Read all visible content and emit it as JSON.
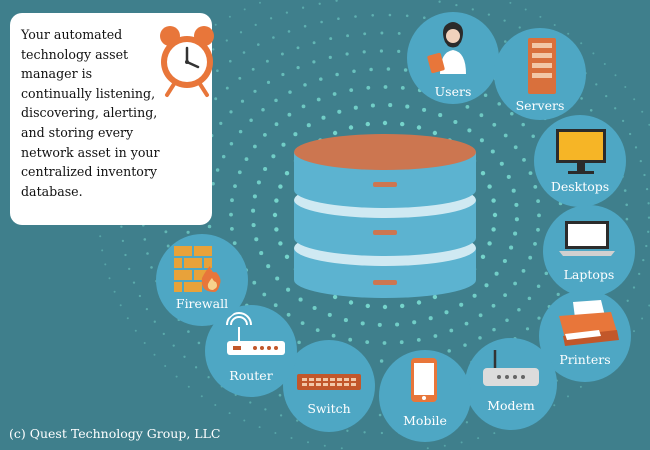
{
  "callout": {
    "lines": [
      "Your automated",
      "technology asset",
      "manager is",
      "continually listening,",
      "discovering, alerting,",
      "and storing every",
      "network asset in your",
      "centralized inventory",
      "database."
    ]
  },
  "nodes": {
    "users": "Users",
    "servers": "Servers",
    "desktops": "Desktops",
    "laptops": "Laptops",
    "printers": "Printers",
    "modem": "Modem",
    "mobile": "Mobile",
    "switch": "Switch",
    "router": "Router",
    "firewall": "Firewall"
  },
  "footer": {
    "copyright": "(c) Quest Technology Group, LLC"
  },
  "colors": {
    "background": "#3f7f8c",
    "node_circle": "#4ea7c4",
    "dot": "#7fe3d6",
    "db_top": "#cc7650",
    "db_body": "#5cb3d0",
    "accent_orange": "#e8763a"
  }
}
